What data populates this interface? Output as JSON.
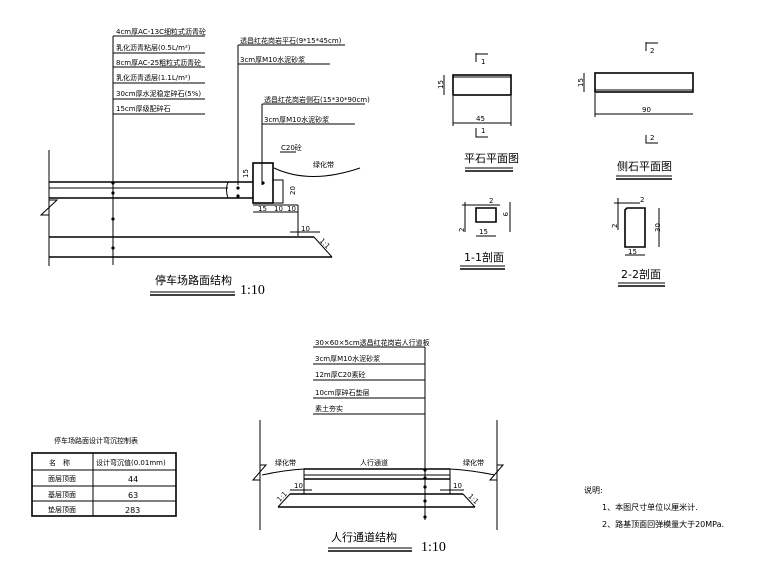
{
  "parking": {
    "layers": [
      "4cm厚AC-13C细粒式沥青砼",
      "乳化沥青粘层(0.5L/m²)",
      "8cm厚AC-25粗粒式沥青砼",
      "乳化沥青透层(1.1L/m²)",
      "30cm厚水泥稳定碎石(5%)",
      "15cm厚级配碎石"
    ],
    "flat_stone_label": "透昌红花岗岩平石(9*15*45cm)",
    "flat_mortar_label": "3cm厚M10水泥砂浆",
    "curb_label": "透昌红花岗岩侧石(15*30*90cm)",
    "curb_mortar_label": "3cm厚M10水泥砂浆",
    "concrete_label": "C20砼",
    "green_label": "绿化带",
    "dims": {
      "d15": "15",
      "d20": "20",
      "w15": "15",
      "w10a": "10",
      "w10b": "10",
      "w10c": "10",
      "slope": "1:1"
    },
    "title": "停车场路面结构",
    "scale": "1:10"
  },
  "flat_plan": {
    "mark_top": "1",
    "mark_bottom": "1",
    "height": "15",
    "width": "45",
    "title": "平石平面图"
  },
  "curb_plan": {
    "mark_top": "2",
    "mark_bottom": "2",
    "height": "15",
    "width": "90",
    "title": "侧石平面图"
  },
  "section_11": {
    "d2a": "2",
    "d2b": "2",
    "h": "9",
    "w": "15",
    "title": "1-1剖面"
  },
  "section_22": {
    "d2a": "2",
    "d2b": "2",
    "h": "30",
    "w": "15",
    "title": "2-2剖面"
  },
  "walkway": {
    "layers": [
      "30×60×5cm透昌红花岗岩人行道板",
      "3cm厚M10水泥砂浆",
      "12m厚C20素砼",
      "10cm厚碎石垫层",
      "素土夯实"
    ],
    "green_left": "绿化带",
    "green_right": "绿化带",
    "center": "人行通道",
    "dim_left": "10",
    "dim_right": "10",
    "slope_left": "1:1",
    "slope_right": "1:1",
    "title": "人行通道结构",
    "scale": "1:10"
  },
  "table": {
    "title": "停车场路面设计弯沉控制表",
    "headers": [
      "名　称",
      "设计弯沉值(0.01mm)"
    ],
    "rows": [
      [
        "面层顶面",
        "44"
      ],
      [
        "基层顶面",
        "63"
      ],
      [
        "垫层顶面",
        "283"
      ]
    ]
  },
  "notes": {
    "heading": "说明:",
    "items": [
      "1、本图尺寸单位以厘米计.",
      "2、路基顶面回弹模量大于20MPa."
    ]
  }
}
